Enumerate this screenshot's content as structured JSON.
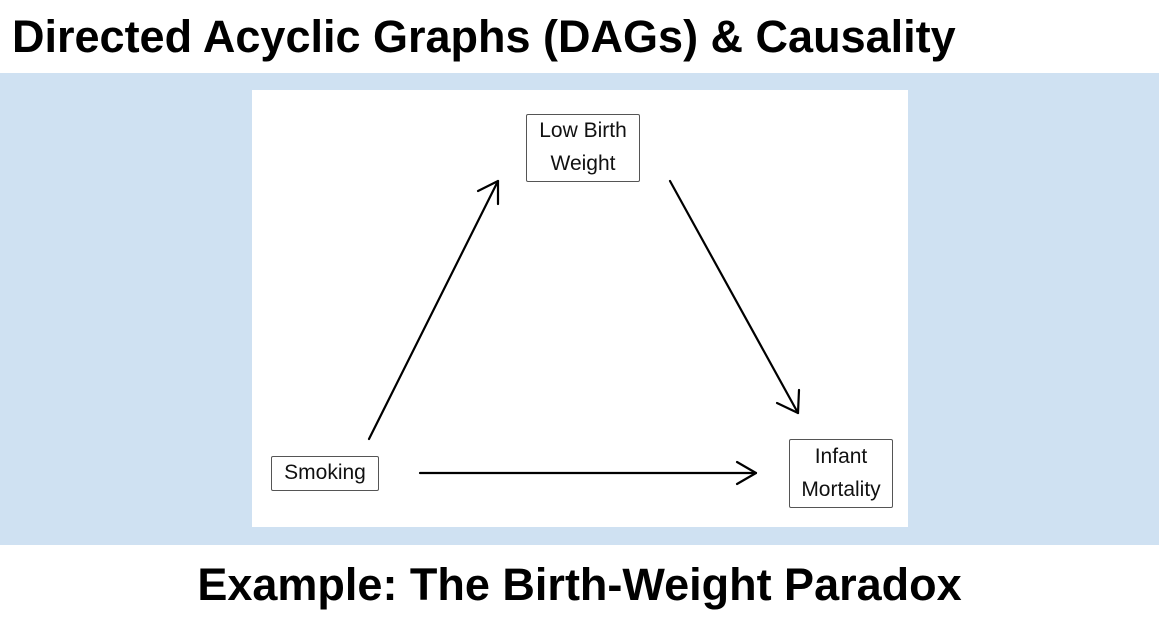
{
  "title": "Directed Acyclic Graphs (DAGs) & Causality",
  "caption": "Example: The Birth-Weight Paradox",
  "diagram": {
    "nodes": [
      {
        "id": "lbw",
        "label": "Low Birth\nWeight"
      },
      {
        "id": "smoking",
        "label": "Smoking"
      },
      {
        "id": "mortality",
        "label": "Infant\nMortality"
      }
    ],
    "edges": [
      {
        "from": "smoking",
        "to": "lbw"
      },
      {
        "from": "lbw",
        "to": "mortality"
      },
      {
        "from": "smoking",
        "to": "mortality"
      }
    ]
  },
  "colors": {
    "band": "#cfe1f2",
    "figure_background": "#ffffff",
    "edge": "#000000"
  }
}
